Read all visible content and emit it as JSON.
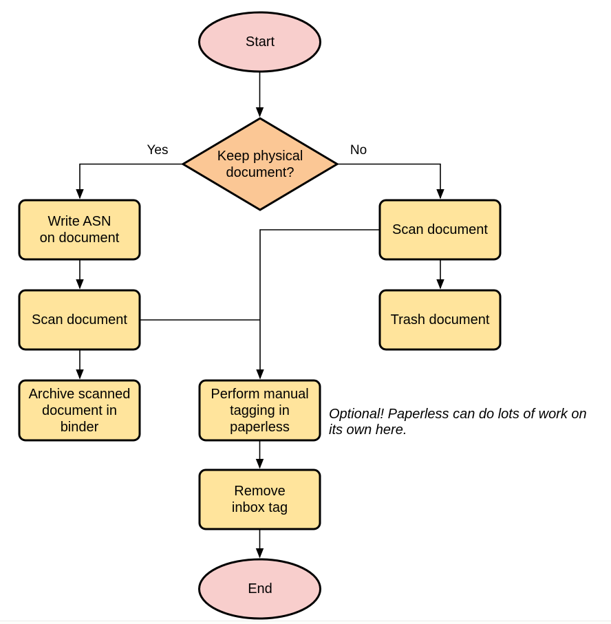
{
  "diagram": {
    "colors": {
      "terminal_fill": "#f8cecc",
      "decision_fill": "#fbc795",
      "process_fill": "#ffe49c",
      "stroke": "#000000"
    },
    "nodes": {
      "start": {
        "label": "Start"
      },
      "decision": {
        "label": "Keep physical\ndocument?"
      },
      "write_asn": {
        "label": "Write ASN\non document"
      },
      "scan_left": {
        "label": "Scan document"
      },
      "archive": {
        "label": "Archive scanned\ndocument in\nbinder"
      },
      "scan_right": {
        "label": "Scan document"
      },
      "trash": {
        "label": "Trash document"
      },
      "tagging": {
        "label": "Perform manual\ntagging in\npaperless"
      },
      "remove_inbox": {
        "label": "Remove\ninbox tag"
      },
      "end": {
        "label": "End"
      }
    },
    "edge_labels": {
      "yes": "Yes",
      "no": "No"
    },
    "annotation": "Optional! Paperless can do lots of work on\nits own here."
  }
}
